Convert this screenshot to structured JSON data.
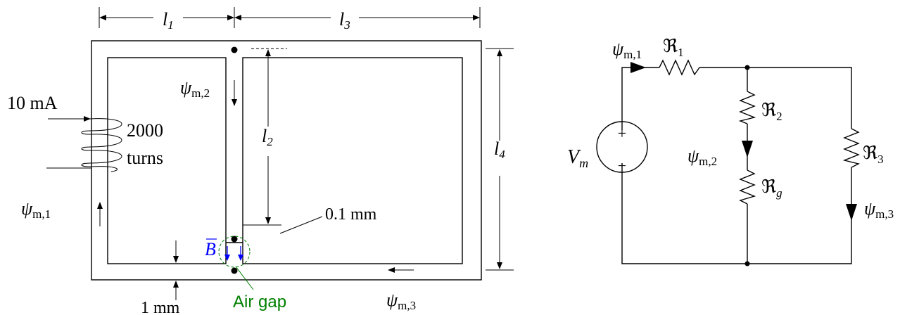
{
  "core": {
    "dim_l1": {
      "sym": "l",
      "sub": "1"
    },
    "dim_l2": {
      "sym": "l",
      "sub": "2"
    },
    "dim_l3": {
      "sym": "l",
      "sub": "3"
    },
    "dim_l4": {
      "sym": "l",
      "sub": "4"
    },
    "current": "10 mA",
    "turns_count": "2000",
    "turns_word": "turns",
    "gap_dim": "0.1 mm",
    "thickness": "1 mm",
    "air_gap": "Air gap",
    "field_sym": "B",
    "flux_left": {
      "sym": "ψ",
      "sub": "m,1"
    },
    "flux_center": {
      "sym": "ψ",
      "sub": "m,2"
    },
    "flux_bottom": {
      "sym": "ψ",
      "sub": "m,3"
    }
  },
  "circuit": {
    "source": {
      "sym": "V",
      "sub": "m"
    },
    "plus": "+",
    "minus": "−",
    "flux1": {
      "sym": "ψ",
      "sub": "m,1"
    },
    "flux2": {
      "sym": "ψ",
      "sub": "m,2"
    },
    "flux3": {
      "sym": "ψ",
      "sub": "m,3"
    },
    "r1": {
      "sym": "ℜ",
      "sub": "1"
    },
    "r2": {
      "sym": "ℜ",
      "sub": "2"
    },
    "r3": {
      "sym": "ℜ",
      "sub": "3"
    },
    "rg": {
      "sym": "ℜ",
      "sub": "g"
    }
  },
  "colors": {
    "ink": "#000000",
    "field": "#0000ff",
    "gap": "#008000"
  }
}
